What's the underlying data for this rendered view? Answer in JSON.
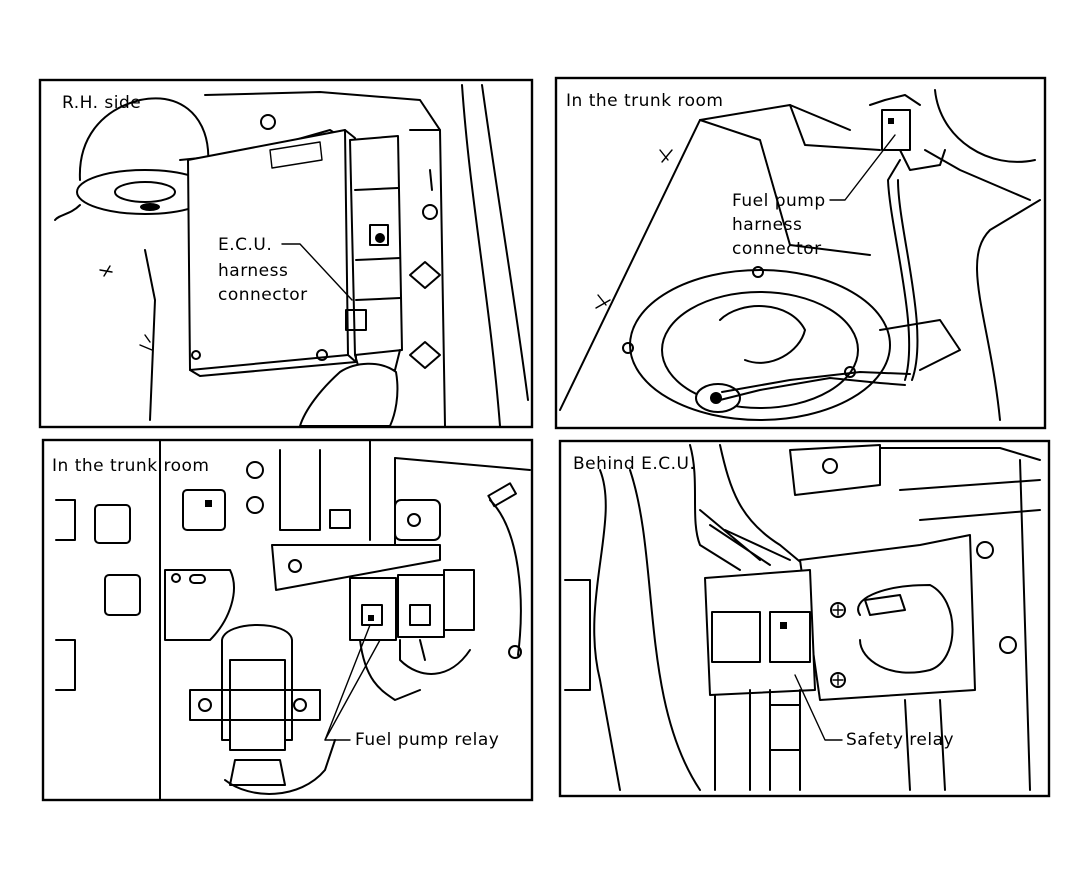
{
  "panels": {
    "ecu": {
      "caption": "R.H. side",
      "callout_line1": "E.C.U.",
      "callout_line2": "harness",
      "callout_line3": "connector"
    },
    "trunk_harness": {
      "caption": "In the trunk room",
      "callout_line1": "Fuel pump",
      "callout_line2": "harness",
      "callout_line3": "connector"
    },
    "trunk_relay": {
      "caption": "In the trunk room",
      "callout": "Fuel pump relay"
    },
    "behind_ecu": {
      "caption": "Behind E.C.U.",
      "callout": "Safety relay"
    }
  }
}
